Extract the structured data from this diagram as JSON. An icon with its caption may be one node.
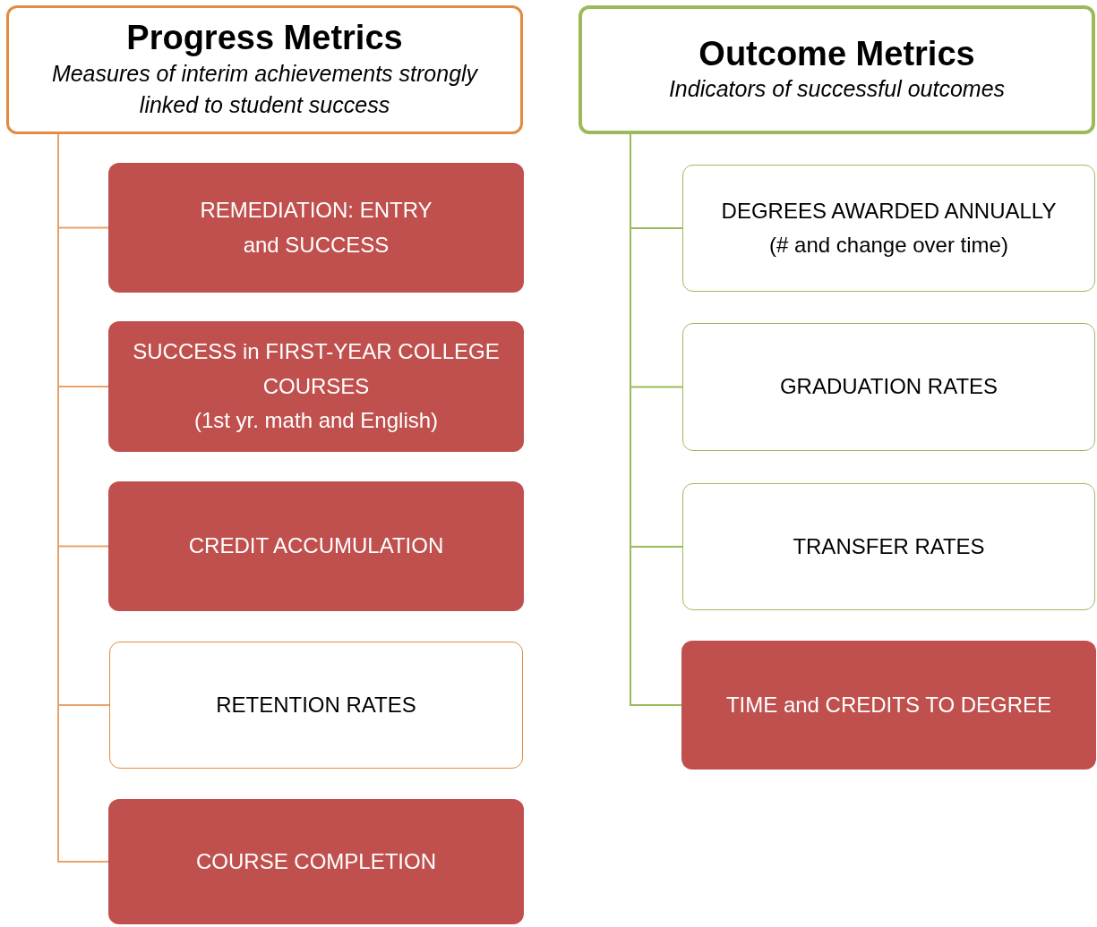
{
  "diagram": {
    "nodes": [
      {
        "text": [
          "Progress Metrics",
          "Measures of interim achievements strongly linked to student success"
        ]
      },
      {
        "text": [
          "REMEDIATION: ENTRY and SUCCESS"
        ]
      },
      {
        "text": [
          "SUCCESS in FIRST-YEAR COLLEGE COURSES",
          "(1st yr. math and English)"
        ]
      },
      {
        "text": [
          "CREDIT ACCUMULATION"
        ]
      },
      {
        "text": [
          "RETENTION RATES"
        ]
      },
      {
        "text": [
          "COURSE COMPLETION"
        ]
      },
      {
        "text": [
          "Outcome Metrics",
          "Indicators of successful outcomes"
        ]
      },
      {
        "text": [
          "DEGREES AWARDED ANNUALLY",
          "(# and change over time)"
        ]
      },
      {
        "text": [
          "GRADUATION RATES"
        ]
      },
      {
        "text": [
          "TRANSFER RATES"
        ]
      },
      {
        "text": [
          "TIME and CREDITS TO DEGREE"
        ]
      }
    ],
    "edges": [
      {
        "from": 0,
        "to": 1,
        "arrow": "none"
      },
      {
        "from": 0,
        "to": 2,
        "arrow": "none"
      },
      {
        "from": 0,
        "to": 3,
        "arrow": "none"
      },
      {
        "from": 0,
        "to": 4,
        "arrow": "none"
      },
      {
        "from": 0,
        "to": 5,
        "arrow": "none"
      },
      {
        "from": 6,
        "to": 7,
        "arrow": "none",
        "color": "#9bbb59"
      },
      {
        "from": 6,
        "to": 8,
        "arrow": "none",
        "color": "#9bbb59"
      },
      {
        "from": 6,
        "to": 9,
        "arrow": "none",
        "color": "#9bbb59"
      },
      {
        "from": 6,
        "to": 10,
        "arrow": "none",
        "color": "#9bbb59"
      }
    ]
  }
}
